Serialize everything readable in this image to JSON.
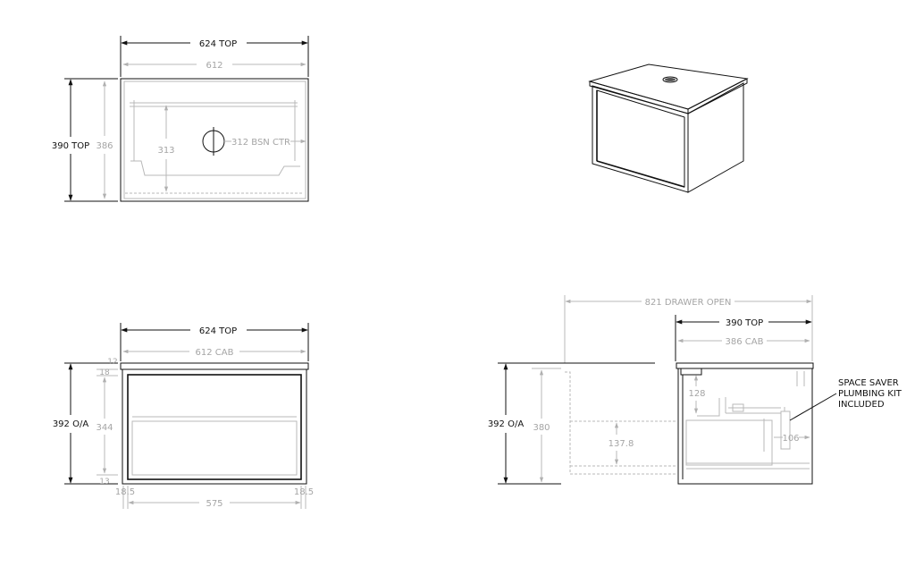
{
  "plan_view": {
    "top_width": "624 TOP",
    "cab_width": "612",
    "top_depth": "390 TOP",
    "cab_depth": "386",
    "basin_offset": "313",
    "basin_centre": "312 BSN CTR"
  },
  "front_view": {
    "top_width": "624 TOP",
    "cab_width": "612 CAB",
    "overall_height": "392 O/A",
    "top_thickness": "12",
    "gap_top": "18",
    "drawer_height": "344",
    "gap_bottom": "13",
    "side_left": "18.5",
    "side_right": "18.5",
    "inner_width": "575"
  },
  "side_view": {
    "drawer_open": "821 DRAWER OPEN",
    "top_depth": "390 TOP",
    "cab_depth": "386 CAB",
    "overall_height": "392 O/A",
    "cab_height": "380",
    "dim_128": "128",
    "dim_137_8": "137.8",
    "dim_106": "106",
    "plumbing_note": [
      "SPACE SAVER",
      "PLUMBING KIT",
      "INCLUDED"
    ]
  }
}
